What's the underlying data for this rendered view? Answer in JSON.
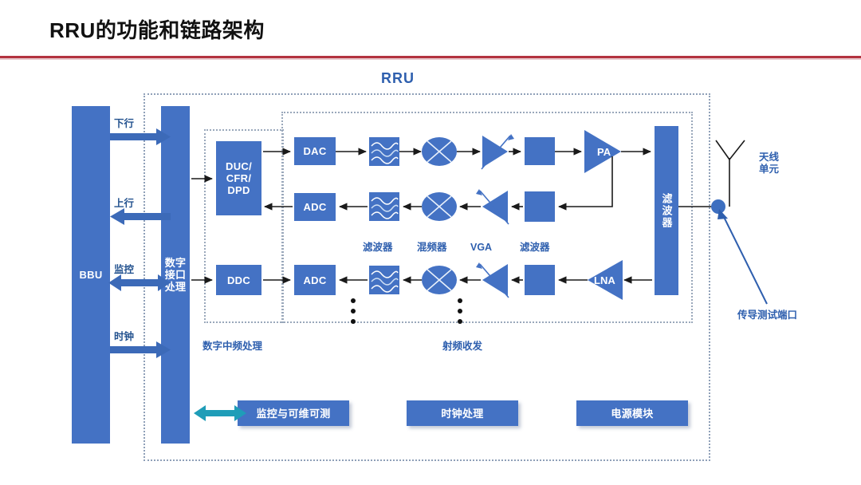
{
  "header": {
    "title": "RRU的功能和链路架构",
    "rule_color": "#b3333f"
  },
  "diagram": {
    "type": "block-diagram",
    "accent_blue": "#4472C4",
    "label_blue": "#2E5FAE",
    "teal": "#1F9DB8",
    "rru_label": "RRU",
    "bbu": {
      "label": "BBU"
    },
    "digital_interface": {
      "label": "数字\n接口\n处理",
      "line1": "数字",
      "line2": "接口",
      "line3": "处理"
    },
    "bbu_links": [
      {
        "name": "downlink",
        "label": "下行",
        "direction": "right"
      },
      {
        "name": "uplink",
        "label": "上行",
        "direction": "left"
      },
      {
        "name": "monitoring",
        "label": "监控",
        "direction": "both"
      },
      {
        "name": "clock",
        "label": "时钟",
        "direction": "right"
      }
    ],
    "sections": [
      {
        "name": "digital-if-processing",
        "label": "数字中频处理"
      },
      {
        "name": "rf-transceiver",
        "label": "射频收发"
      }
    ],
    "digital_blocks": [
      {
        "name": "duc-cfr-dpd",
        "label": "DUC/\nCFR/\nDPD",
        "lines": [
          "DUC/",
          "CFR/",
          "DPD"
        ]
      },
      {
        "name": "ddc",
        "label": "DDC"
      }
    ],
    "converter_blocks": [
      {
        "name": "dac",
        "label": "DAC"
      },
      {
        "name": "adc-feedback",
        "label": "ADC"
      },
      {
        "name": "adc-receive",
        "label": "ADC"
      }
    ],
    "rf_component_labels": [
      {
        "name": "filter-label-1",
        "label": "滤波器"
      },
      {
        "name": "mixer-label",
        "label": "混频器"
      },
      {
        "name": "vga-label",
        "label": "VGA"
      },
      {
        "name": "filter-label-2",
        "label": "滤波器"
      }
    ],
    "amplifiers": [
      {
        "name": "power-amplifier",
        "label": "PA"
      },
      {
        "name": "low-noise-amplifier",
        "label": "LNA"
      }
    ],
    "duplex_filter": {
      "name": "duplex-filter",
      "label": "滤波器",
      "chars": "滤波器"
    },
    "antenna": {
      "name": "antenna-unit",
      "label": "天线\n单元",
      "line1": "天线",
      "line2": "单元"
    },
    "test_port": {
      "name": "conducted-test-port",
      "label": "传导测试端口"
    },
    "bottom_modules": [
      {
        "name": "monitoring-module",
        "label": "监控与可维可测"
      },
      {
        "name": "clock-module",
        "label": "时钟处理"
      },
      {
        "name": "power-module",
        "label": "电源模块"
      }
    ],
    "ellipsis_marker": "⋮"
  }
}
